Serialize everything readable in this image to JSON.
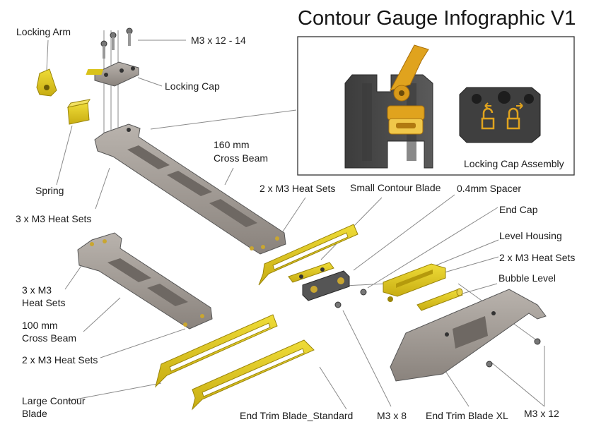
{
  "title": "Contour Gauge Infographic V1",
  "inset_caption": "Locking Cap Assembly",
  "labels": {
    "locking_arm": "Locking Arm",
    "screws_m3_12_14": "M3 x 12 - 14",
    "locking_cap": "Locking Cap",
    "cross_beam_160_line1": "160 mm",
    "cross_beam_160_line2": "Cross Beam",
    "spring": "Spring",
    "heat_sets_3_top": "3 x M3 Heat Sets",
    "heat_sets_2_upper": "2 x M3 Heat Sets",
    "small_contour_blade": "Small Contour Blade",
    "spacer": "0.4mm Spacer",
    "end_cap": "End Cap",
    "level_housing": "Level Housing",
    "heat_sets_2_level": "2 x M3 Heat Sets",
    "bubble_level": "Bubble Level",
    "heat_sets_3_line1": "3 x M3",
    "heat_sets_3_line2": "Heat Sets",
    "cross_beam_100_line1": "100 mm",
    "cross_beam_100_line2": "Cross Beam",
    "heat_sets_2_lower": "2 x M3 Heat Sets",
    "large_blade_line1": "Large Contour",
    "large_blade_line2": "Blade",
    "end_trim_standard": "End Trim Blade_Standard",
    "m3x8": "M3 x 8",
    "end_trim_xl": "End Trim Blade XL",
    "m3x12": "M3 x 12"
  },
  "colors": {
    "yellow_part": "#d9c21a",
    "orange_part": "#e0a31e",
    "gray_part": "#9a938d",
    "dark_part": "#4a4a4a",
    "leader_line": "#8a8a8a",
    "inset_border": "#333333"
  }
}
